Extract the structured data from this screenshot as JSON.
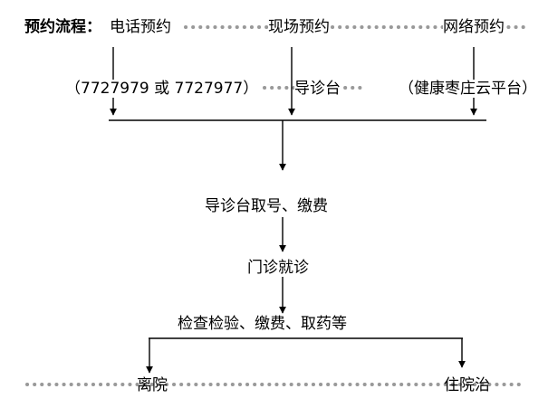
{
  "title_prefix": "预约流程：",
  "booking_methods": [
    "电话预约",
    "现场预约",
    "网络预约"
  ],
  "booking_details": [
    "（7727979 或 7727977）",
    "导诊台",
    "（健康枣庄云平台）"
  ],
  "steps": [
    "导诊台取号、缴费",
    "门诊就诊",
    "检查检验、缴费、取药等"
  ],
  "outcomes": [
    "离院",
    "住院治"
  ],
  "colors": {
    "text": "#000000",
    "line": "#000000",
    "dots": "#999999",
    "background": "#ffffff"
  }
}
